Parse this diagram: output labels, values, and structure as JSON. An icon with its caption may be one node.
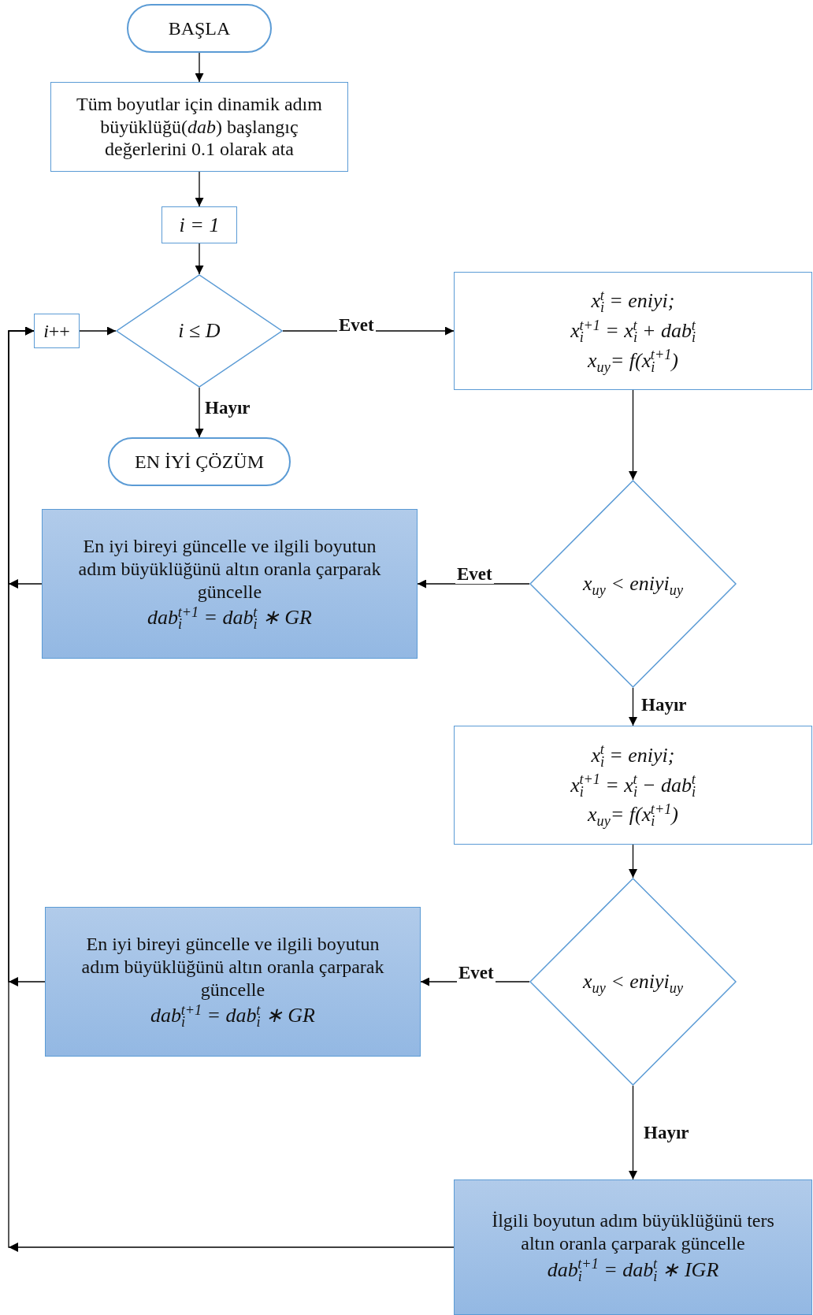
{
  "diagram": {
    "nodes": [
      {
        "text": [
          "BAŞLA"
        ]
      },
      {
        "text": [
          "Tüm boyutlar için dinamik adım büyüklüğü(*dab*) başlangıç değerlerini 0.1 olarak ata"
        ]
      },
      {
        "text": [
          "i = 1"
        ]
      },
      {
        "text": [
          "*i*++"
        ]
      },
      {
        "text": [
          "i ≤ D"
        ]
      },
      {
        "text": [
          "x$_{i}$$^{t}$ = eniyi;",
          "x$_{i}$$^{t+1}$ = x$_{i}$$^{t}$ + dab$_{i}$$^{t}$",
          "x$_{uy}$= f(x$_{i}$$^{t+1}$)"
        ]
      },
      {
        "text": [
          "EN İYİ ÇÖZÜM"
        ]
      },
      {
        "text": [
          "En iyi bireyi güncelle ve ilgili boyutun adım büyüklüğünü altın oranla çarparak güncelle",
          "dab$_{i}$$^{t+1}$ = dab$_{i}$$^{t}$ ∗ GR"
        ]
      },
      {
        "text": [
          "x$_{uy}$ < eniyi$_{uy}$"
        ]
      },
      {
        "text": [
          "x$_{i}$$^{t}$ = eniyi;",
          "x$_{i}$$^{t+1}$ = x$_{i}$$^{t}$ − dab$_{i}$$^{t}$",
          "x$_{uy}$= f(x$_{i}$$^{t+1}$)"
        ]
      },
      {
        "text": [
          "En iyi bireyi güncelle ve ilgili boyutun adım büyüklüğünü altın oranla çarparak güncelle",
          "dab$_{i}$$^{t+1}$ = dab$_{i}$$^{t}$ ∗ GR"
        ]
      },
      {
        "text": [
          "x$_{uy}$ < eniyi$_{uy}$"
        ]
      },
      {
        "text": [
          "İlgili boyutun adım büyüklüğünü ters altın oranla çarparak güncelle",
          "dab$_{i}$$^{t+1}$ = dab$_{i}$$^{t}$ ∗ IGR"
        ]
      }
    ],
    "edges": [
      {
        "from": 0,
        "to": 1,
        "arrow": "to"
      },
      {
        "from": 1,
        "to": 2,
        "arrow": "to"
      },
      {
        "from": 2,
        "to": 4,
        "arrow": "to"
      },
      {
        "from": 3,
        "to": 4,
        "arrow": "to"
      },
      {
        "from": 4,
        "to": 6,
        "arrow": "to",
        "label": "Hayır"
      },
      {
        "from": 4,
        "to": 5,
        "arrow": "to",
        "label": "Evet"
      },
      {
        "from": 5,
        "to": 8,
        "arrow": "to"
      },
      {
        "from": 8,
        "to": 7,
        "arrow": "to",
        "label": "Evet"
      },
      {
        "from": 8,
        "to": 9,
        "arrow": "to",
        "label": "Hayır"
      },
      {
        "from": 9,
        "to": 11,
        "arrow": "to"
      },
      {
        "from": 11,
        "to": 10,
        "arrow": "to",
        "label": "Evet"
      },
      {
        "from": 11,
        "to": 12,
        "arrow": "to",
        "label": "Hayır"
      },
      {
        "from": 7,
        "to": 3,
        "arrow": "to"
      },
      {
        "from": 10,
        "to": 3,
        "arrow": "to"
      },
      {
        "from": 12,
        "to": 3,
        "arrow": "to"
      }
    ]
  }
}
